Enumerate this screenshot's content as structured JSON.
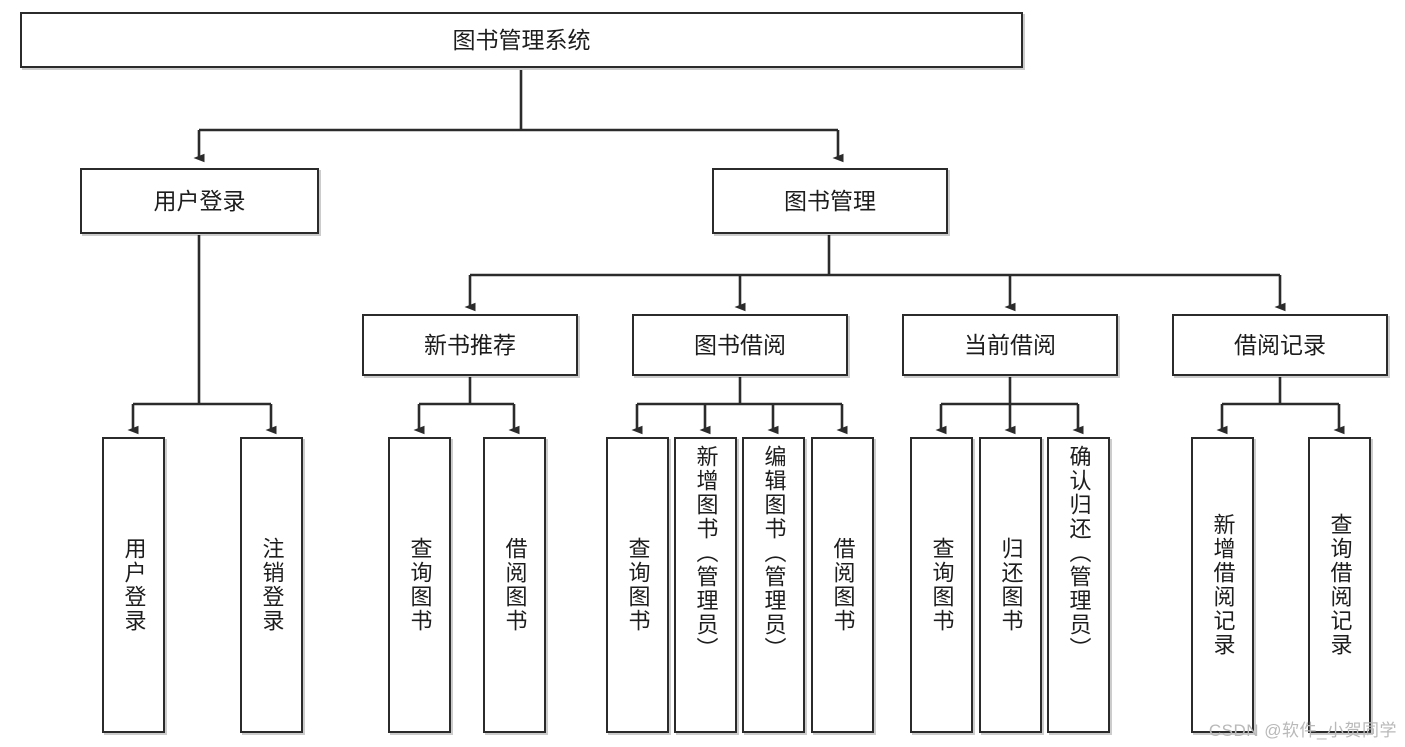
{
  "diagram": {
    "type": "tree-hierarchy",
    "title": "图书管理系统",
    "root": {
      "label": "图书管理系统"
    },
    "level2": [
      {
        "label": "用户登录"
      },
      {
        "label": "图书管理"
      }
    ],
    "level3": [
      {
        "label": "新书推荐"
      },
      {
        "label": "图书借阅"
      },
      {
        "label": "当前借阅"
      },
      {
        "label": "借阅记录"
      }
    ],
    "leaves": {
      "user_login": [
        {
          "label": "用户登录"
        },
        {
          "label": "注销登录"
        }
      ],
      "new_book_recommend": [
        {
          "label": "查询图书"
        },
        {
          "label": "借阅图书"
        }
      ],
      "book_borrow": [
        {
          "label": "查询图书"
        },
        {
          "label": "新增图书（管理员）"
        },
        {
          "label": "编辑图书（管理员）"
        },
        {
          "label": "借阅图书"
        }
      ],
      "current_borrow": [
        {
          "label": "查询图书"
        },
        {
          "label": "归还图书"
        },
        {
          "label": "确认归还（管理员）"
        }
      ],
      "borrow_records": [
        {
          "label": "新增借阅记录"
        },
        {
          "label": "查询借阅记录"
        }
      ]
    }
  },
  "watermark": {
    "text": "CSDN @软件_小贺同学"
  },
  "colors": {
    "border": "#2b2b2b",
    "text": "#1d1d1d",
    "background": "#ffffff",
    "watermark": "#b9b9b9"
  }
}
